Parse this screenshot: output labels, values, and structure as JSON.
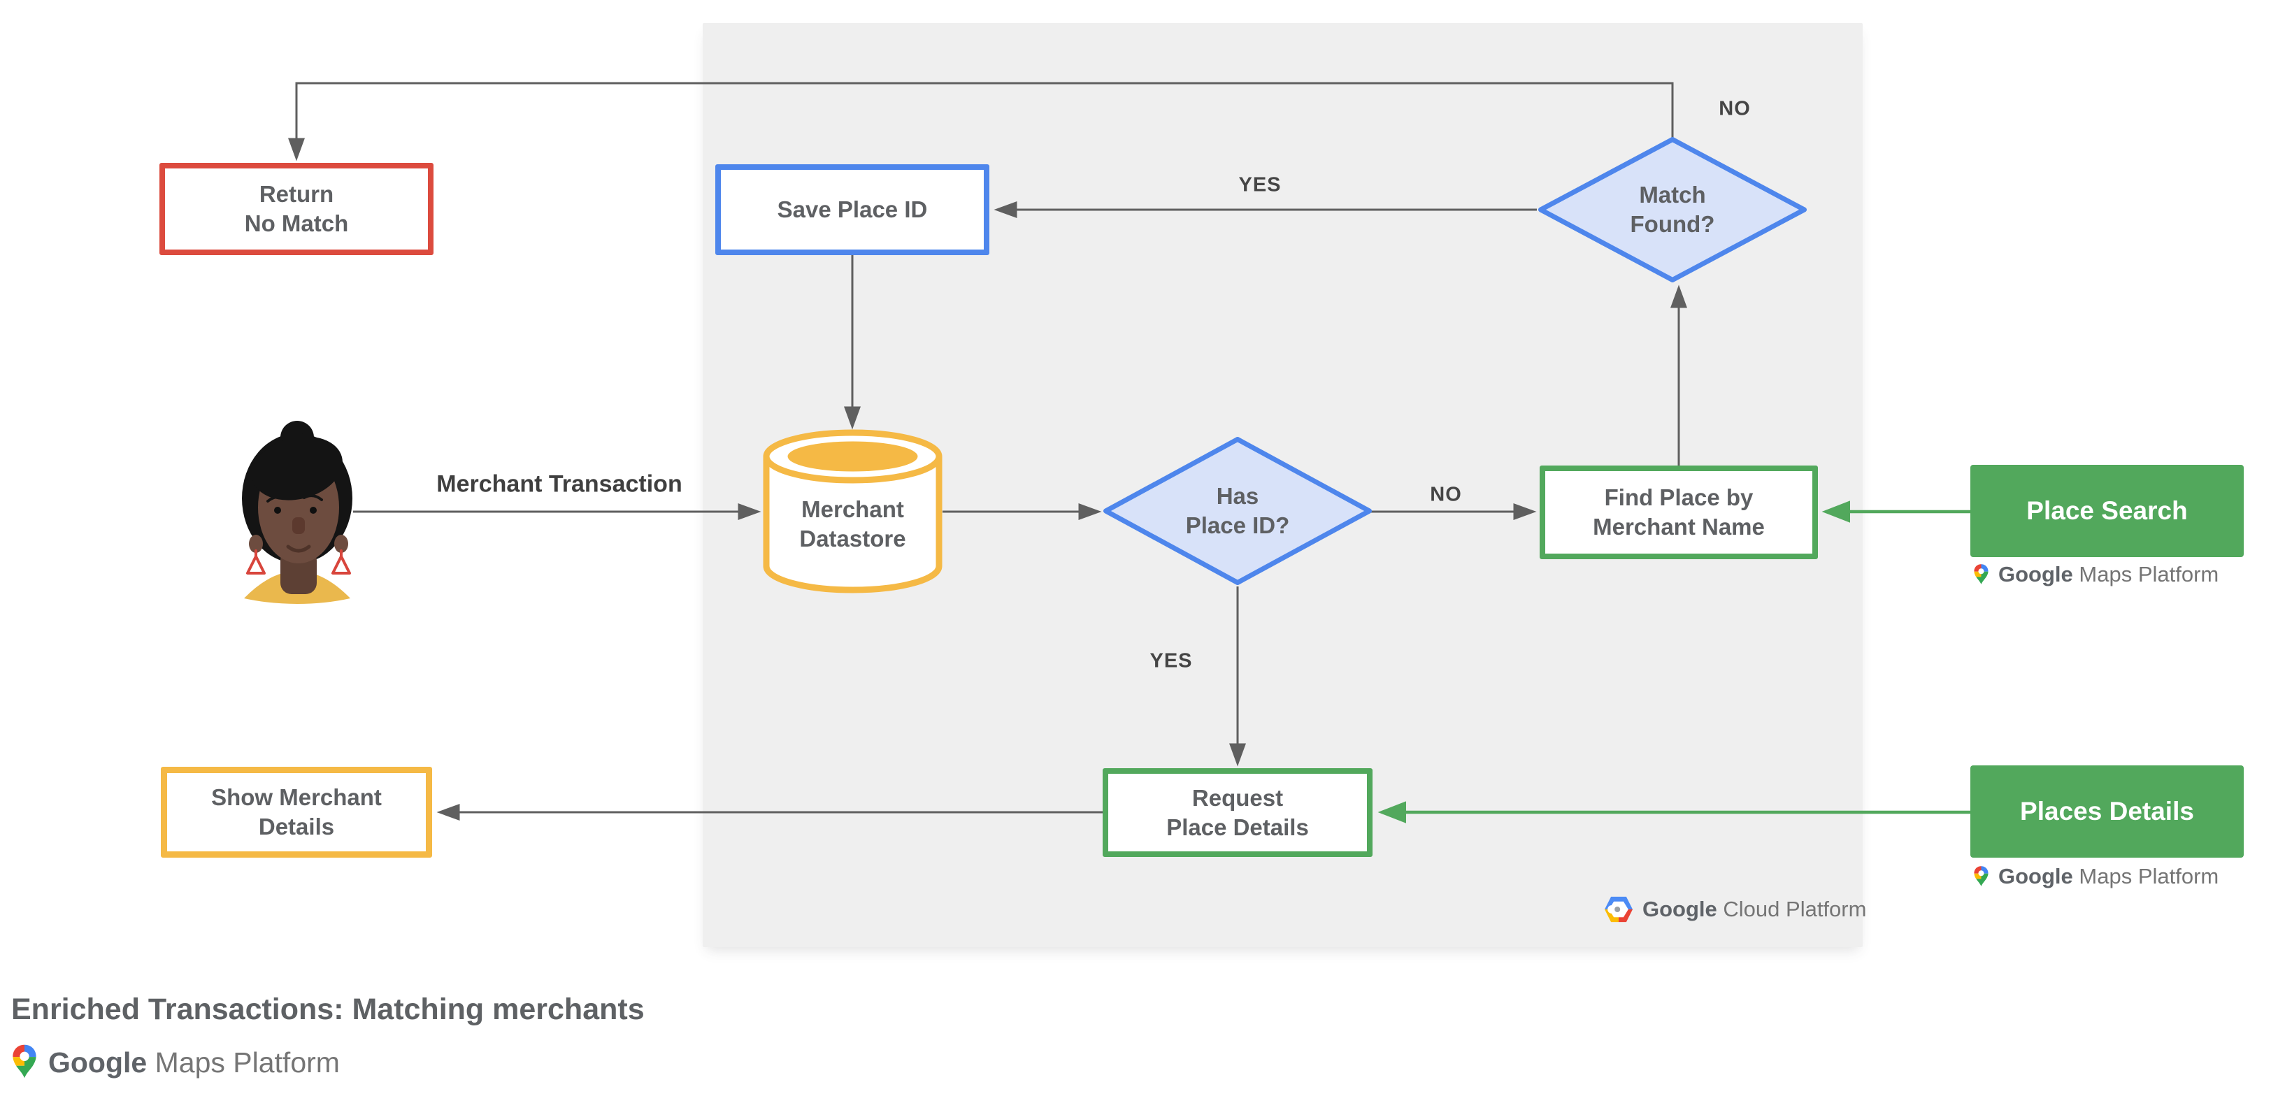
{
  "title": "Enriched Transactions: Matching merchants",
  "nodes": {
    "return_no_match": {
      "label": "Return\nNo Match",
      "type": "terminal",
      "border_color": "#dc4b3e"
    },
    "save_place_id": {
      "label": "Save Place ID",
      "type": "process",
      "border_color": "#4e86ec"
    },
    "match_found": {
      "label": "Match\nFound?",
      "type": "decision",
      "border_color": "#4e86ec",
      "fill_color": "#d8e2f9"
    },
    "merchant_datastore": {
      "label": "Merchant\nDatastore",
      "type": "datastore",
      "border_color": "#f5b945"
    },
    "has_place_id": {
      "label": "Has\nPlace ID?",
      "type": "decision",
      "border_color": "#4e86ec",
      "fill_color": "#d8e2f9"
    },
    "find_place_by_merchant_name": {
      "label": "Find Place by\nMerchant Name",
      "type": "process",
      "border_color": "#52a85c"
    },
    "place_search": {
      "label": "Place Search",
      "type": "api",
      "fill_color": "#52a85c"
    },
    "request_place_details": {
      "label": "Request\nPlace Details",
      "type": "process",
      "border_color": "#52a85c"
    },
    "places_details": {
      "label": "Places Details",
      "type": "api",
      "fill_color": "#52a85c"
    },
    "show_merchant_details": {
      "label": "Show Merchant\nDetails",
      "type": "terminal",
      "border_color": "#f5b945"
    }
  },
  "edges": [
    {
      "from": "match_found",
      "to": "return_no_match",
      "label": "NO",
      "color": "#5f5f5f"
    },
    {
      "from": "match_found",
      "to": "save_place_id",
      "label": "YES",
      "color": "#5f5f5f"
    },
    {
      "from": "save_place_id",
      "to": "merchant_datastore",
      "label": "",
      "color": "#5f5f5f"
    },
    {
      "from": "user",
      "to": "merchant_datastore",
      "label": "Merchant Transaction",
      "color": "#5f5f5f"
    },
    {
      "from": "merchant_datastore",
      "to": "has_place_id",
      "label": "",
      "color": "#5f5f5f"
    },
    {
      "from": "has_place_id",
      "to": "find_place_by_merchant_name",
      "label": "NO",
      "color": "#5f5f5f"
    },
    {
      "from": "find_place_by_merchant_name",
      "to": "match_found",
      "label": "",
      "color": "#5f5f5f"
    },
    {
      "from": "has_place_id",
      "to": "request_place_details",
      "label": "YES",
      "color": "#5f5f5f"
    },
    {
      "from": "request_place_details",
      "to": "show_merchant_details",
      "label": "",
      "color": "#5f5f5f"
    },
    {
      "from": "place_search",
      "to": "find_place_by_merchant_name",
      "label": "",
      "color": "#52a85c"
    },
    {
      "from": "places_details",
      "to": "request_place_details",
      "label": "",
      "color": "#52a85c"
    }
  ],
  "logos": {
    "google": "Google",
    "maps_platform": "Maps Platform",
    "cloud_platform": "Cloud Platform"
  },
  "colors": {
    "red": "#dc4b3e",
    "blue": "#4e86ec",
    "blue_fill": "#d8e2f9",
    "yellow": "#f5b945",
    "green": "#52a85c",
    "arrow_gray": "#5f5f5f",
    "canvas_gray": "#efefef",
    "text_gray": "#5e6063"
  }
}
